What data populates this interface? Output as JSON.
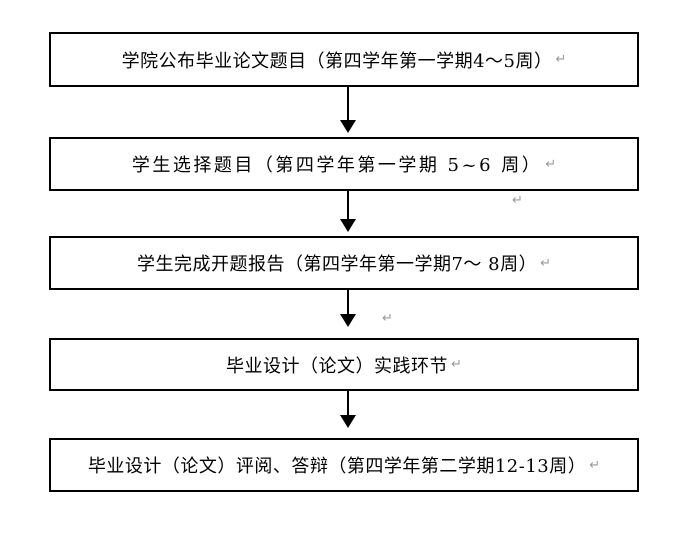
{
  "flowchart": {
    "return_mark": "↵",
    "steps": [
      {
        "label": "学院公布毕业论文题目（第四学年第一学期4～5周）"
      },
      {
        "label": "学生选择题目（第四学年第一学期 5~6 周）"
      },
      {
        "label": "学生完成开题报告（第四学年第一学期7～ 8周）"
      },
      {
        "label": "毕业设计（论文）实践环节"
      },
      {
        "label": "毕业设计（论文）评阅、答辩（第四学年第二学期12-13周）"
      }
    ],
    "floating_marks": [
      {
        "glyph": "↵"
      },
      {
        "glyph": "↵"
      }
    ],
    "colors": {
      "box_border": "#000000",
      "text": "#000000",
      "arrow": "#000000",
      "return_mark": "#9a9a9a",
      "background": "#ffffff"
    }
  }
}
